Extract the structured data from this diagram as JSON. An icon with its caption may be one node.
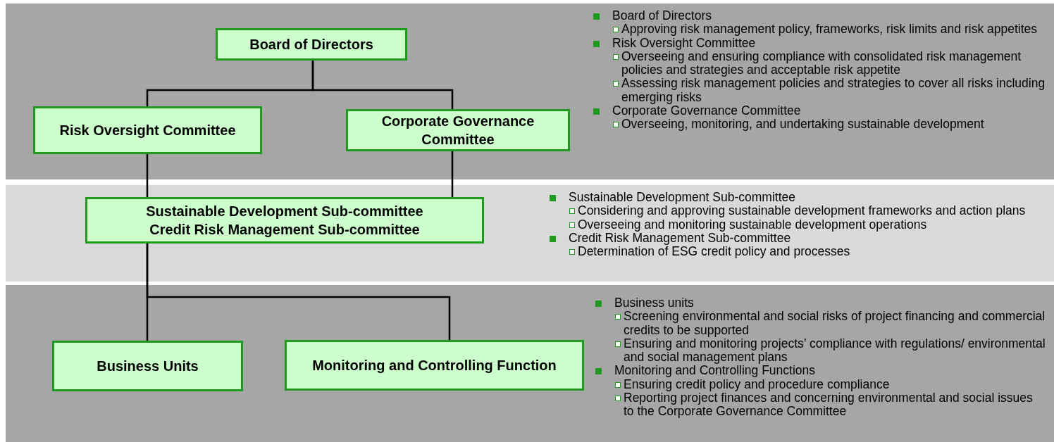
{
  "diagram": {
    "nodes": [
      {
        "text": [
          "Board of Directors"
        ]
      },
      {
        "text": [
          "Risk Oversight Committee"
        ]
      },
      {
        "text": [
          "Corporate Governance Committee"
        ]
      },
      {
        "text": [
          "Sustainable Development Sub-committee",
          "Credit Risk Management Sub-committee"
        ]
      },
      {
        "text": [
          "Business Units"
        ]
      },
      {
        "text": [
          "Monitoring and Controlling Function"
        ]
      }
    ],
    "edges": [
      {
        "from": 0,
        "to": 1,
        "arrow": "none"
      },
      {
        "from": 0,
        "to": 2,
        "arrow": "none"
      },
      {
        "from": 1,
        "to": 3,
        "arrow": "none"
      },
      {
        "from": 2,
        "to": 3,
        "arrow": "none"
      },
      {
        "from": 3,
        "to": 4,
        "arrow": "none"
      },
      {
        "from": 3,
        "to": 5,
        "arrow": "none"
      }
    ],
    "labels": [
      "Board of Directors",
      "Approving risk management policy, frameworks, risk limits and risk appetites",
      "Risk Oversight Committee",
      "Overseeing and ensuring compliance with consolidated risk management policies and strategies and acceptable risk appetite",
      "Assessing risk management policies and strategies to cover all risks including emerging risks",
      "Corporate Governance Committee",
      "Overseeing, monitoring, and undertaking sustainable development",
      "Sustainable Development Sub-committee",
      "Considering and approving sustainable development frameworks and action plans",
      "Overseeing and monitoring sustainable development operations",
      "Credit Risk Management Sub-committee",
      "Determination of ESG credit policy and processes",
      "Business units",
      "Screening environmental and social risks of project financing and commercial credits to be supported",
      "Ensuring and monitoring projects’ compliance with regulations/ environmental and social management plans",
      "Monitoring and Controlling Functions",
      "Ensuring credit policy and procedure compliance",
      "Reporting project finances and concerning environmental and social issues to the Corporate Governance Committee"
    ]
  }
}
